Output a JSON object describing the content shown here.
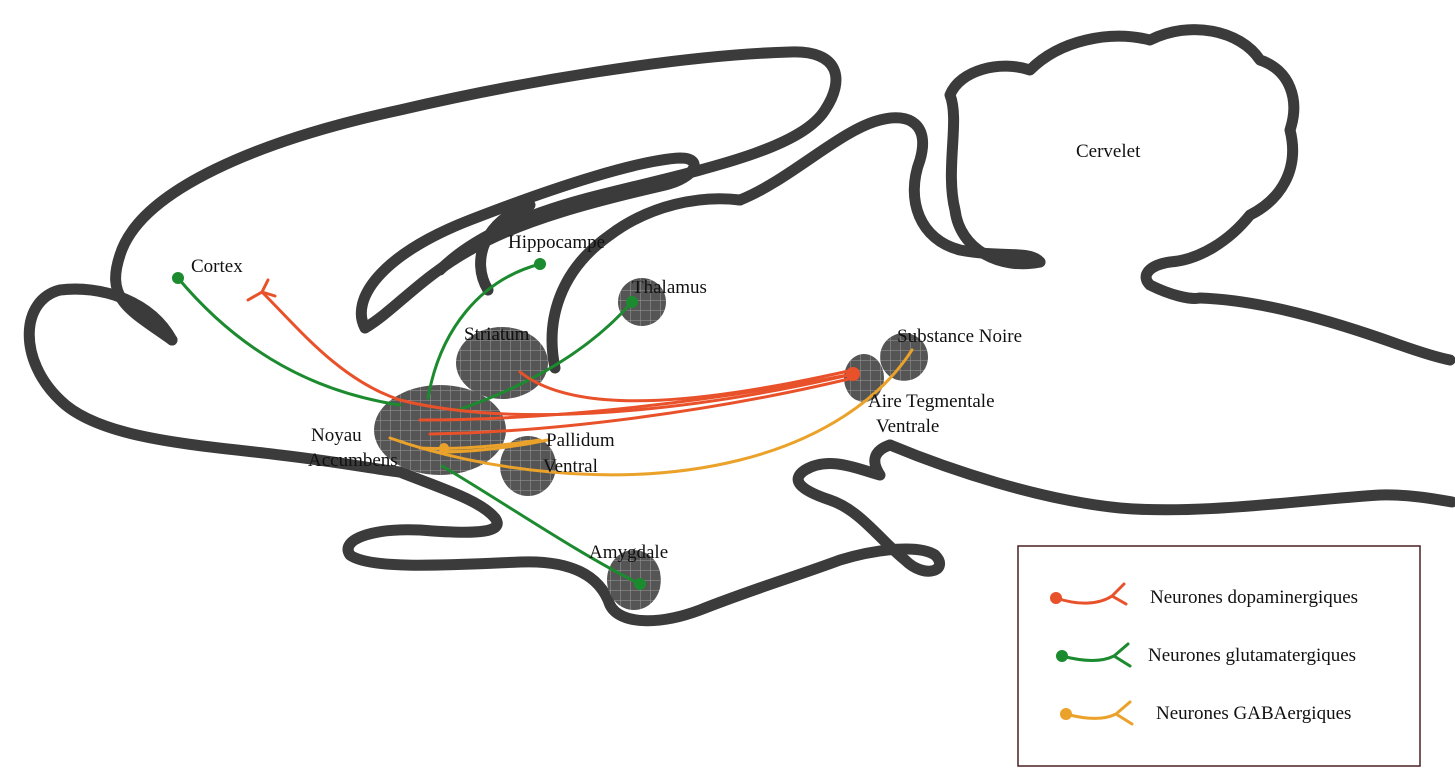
{
  "colors": {
    "dopaminergic": "#e8512a",
    "glutamatergic": "#1c8a2e",
    "gabaergic": "#eaa22a",
    "outline": "#3b3b3b",
    "nucleus_fill": "#555555",
    "legend_border": "#4a2020"
  },
  "regions": {
    "cervelet": "Cervelet",
    "cortex": "Cortex",
    "hippocampe": "Hippocampe",
    "thalamus": "Thalamus",
    "striatum": "Striatum",
    "substance_noire": "Substance Noire",
    "aire_tegmentale_line1": "Aire Tegmentale",
    "aire_tegmentale_line2": "Ventrale",
    "noyau_line1": "Noyau",
    "noyau_line2": "Accumbens",
    "pallidum_line1": "Pallidum",
    "pallidum_line2": "Ventral",
    "amygdale": "Amygdale"
  },
  "legend": {
    "items": [
      {
        "label": "Neurones dopaminergiques",
        "color_key": "dopaminergic"
      },
      {
        "label": "Neurones glutamatergiques",
        "color_key": "glutamatergic"
      },
      {
        "label": "Neurones GABAergiques",
        "color_key": "gabaergic"
      }
    ]
  }
}
